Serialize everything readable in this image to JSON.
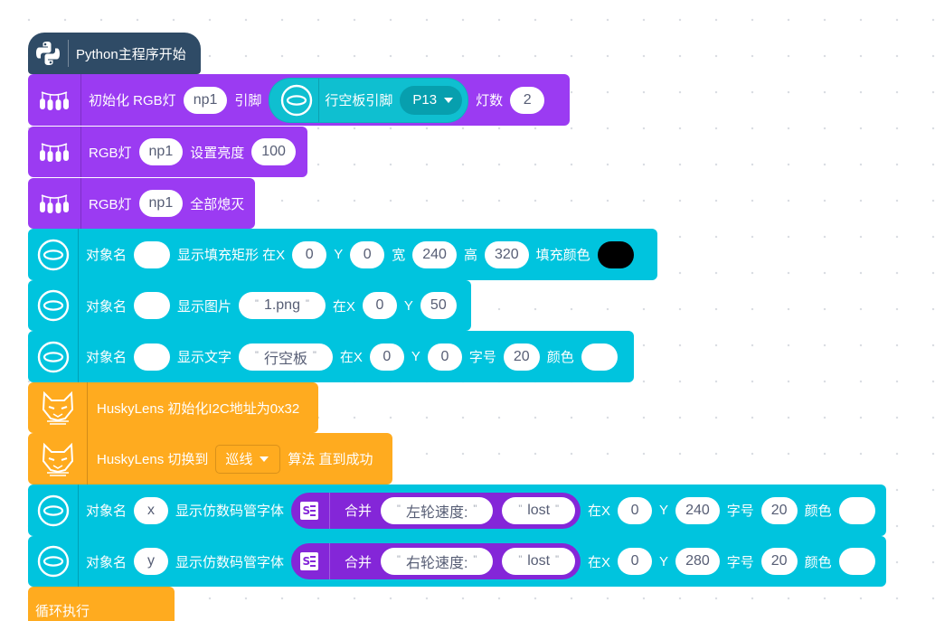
{
  "colors": {
    "python_block": "#2f4b66",
    "rgb_block": "#9b3bf2",
    "display_block": "#00c4de",
    "husky_block": "#ffab1f",
    "text_join_block": "#8426d8",
    "canvas": "#ffffff"
  },
  "blocks": [
    {
      "id": "python-start",
      "category": "python",
      "icon": "python-icon",
      "label": "Python主程序开始"
    },
    {
      "id": "rgb-init",
      "category": "rgb",
      "icon": "led-strip-icon",
      "label": "初始化 RGB灯",
      "name": "np1",
      "pin_label": "引脚",
      "pin_block_label": "行空板引脚",
      "pin_value": "P13",
      "count_label": "灯数",
      "count": "2"
    },
    {
      "id": "rgb-brightness",
      "category": "rgb",
      "icon": "led-strip-icon",
      "label": "RGB灯",
      "name": "np1",
      "action": "设置亮度",
      "value": "100"
    },
    {
      "id": "rgb-off",
      "category": "rgb",
      "icon": "led-strip-icon",
      "label": "RGB灯",
      "name": "np1",
      "action": "全部熄灭"
    },
    {
      "id": "fill-rect",
      "category": "display",
      "icon": "unihiker-icon",
      "object_label": "对象名",
      "object": "",
      "action": "显示填充矩形 在X",
      "x": "0",
      "y_label": "Y",
      "y": "0",
      "w_label": "宽",
      "w": "240",
      "h_label": "高",
      "h": "320",
      "color_label": "填充颜色",
      "color": "#000000"
    },
    {
      "id": "show-image",
      "category": "display",
      "icon": "unihiker-icon",
      "object_label": "对象名",
      "object": "",
      "action": "显示图片",
      "file": "1.png",
      "x_label": "在X",
      "x": "0",
      "y_label": "Y",
      "y": "50"
    },
    {
      "id": "show-text",
      "category": "display",
      "icon": "unihiker-icon",
      "object_label": "对象名",
      "object": "",
      "action": "显示文字",
      "text": "行空板",
      "x_label": "在X",
      "x": "0",
      "y_label": "Y",
      "y": "0",
      "size_label": "字号",
      "size": "20",
      "color_label": "颜色",
      "color": ""
    },
    {
      "id": "husky-init",
      "category": "husky",
      "icon": "huskylens-icon",
      "label": "HuskyLens 初始化I2C地址为0x32"
    },
    {
      "id": "husky-switch",
      "category": "husky",
      "icon": "huskylens-icon",
      "label": "HuskyLens 切换到",
      "algorithm": "巡线",
      "suffix": "算法 直到成功"
    },
    {
      "id": "digit-text-x",
      "category": "display",
      "icon": "unihiker-icon",
      "object_label": "对象名",
      "object": "x",
      "action": "显示仿数码管字体",
      "join_label": "合并",
      "part1": "左轮速度:",
      "part2": "lost",
      "x_label": "在X",
      "x": "0",
      "y_label": "Y",
      "y": "240",
      "size_label": "字号",
      "size": "20",
      "color_label": "颜色",
      "color": ""
    },
    {
      "id": "digit-text-y",
      "category": "display",
      "icon": "unihiker-icon",
      "object_label": "对象名",
      "object": "y",
      "action": "显示仿数码管字体",
      "join_label": "合并",
      "part1": "右轮速度:",
      "part2": "lost",
      "x_label": "在X",
      "x": "0",
      "y_label": "Y",
      "y": "280",
      "size_label": "字号",
      "size": "20",
      "color_label": "颜色",
      "color": ""
    },
    {
      "id": "loop",
      "category": "husky",
      "label": "循环执行"
    }
  ]
}
